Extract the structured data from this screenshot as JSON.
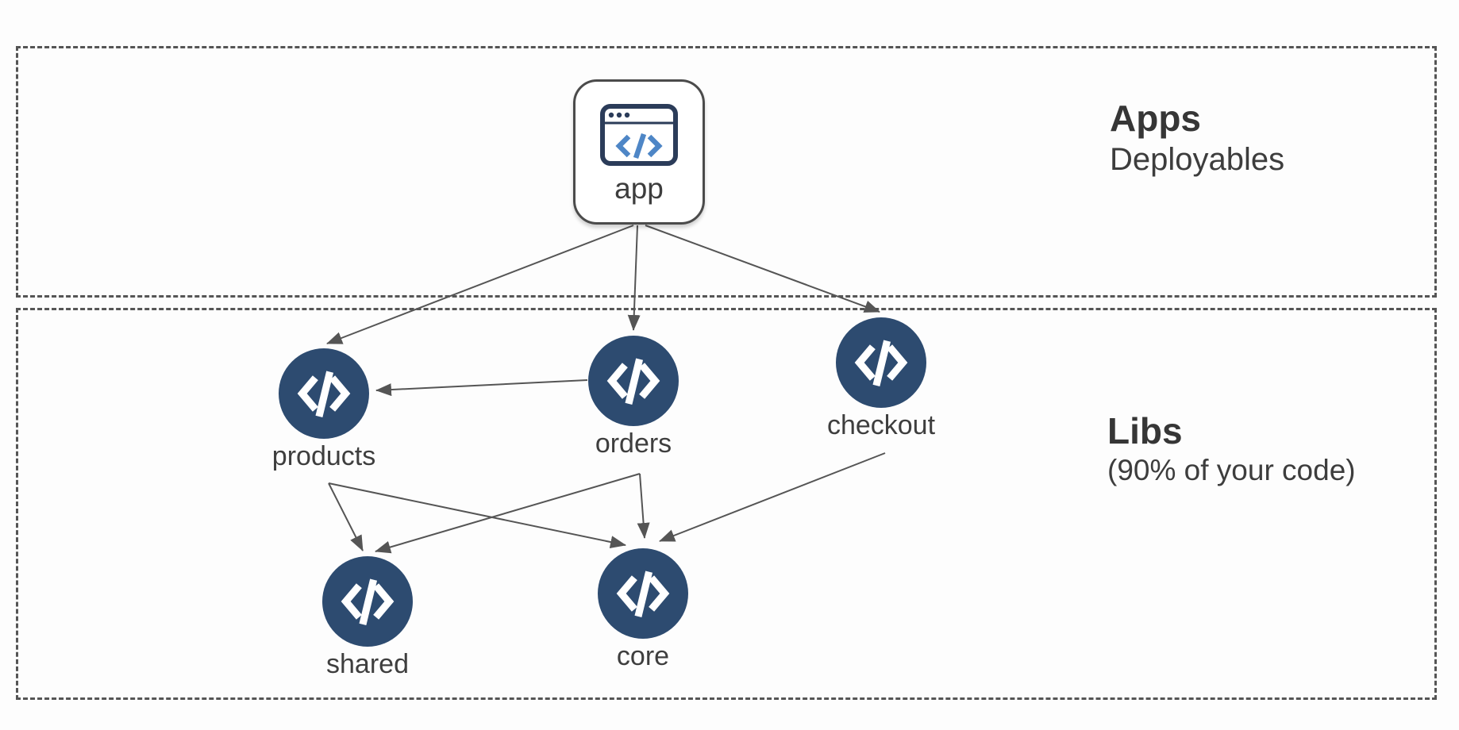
{
  "regions": {
    "apps": {
      "title": "Apps",
      "subtitle": "Deployables"
    },
    "libs": {
      "title": "Libs",
      "subtitle": "(90% of your code)"
    }
  },
  "nodes": {
    "app": {
      "label": "app"
    },
    "products": {
      "label": "products"
    },
    "orders": {
      "label": "orders"
    },
    "checkout": {
      "label": "checkout"
    },
    "shared": {
      "label": "shared"
    },
    "core": {
      "label": "core"
    }
  },
  "edges": [
    {
      "from": "app",
      "to": "products"
    },
    {
      "from": "app",
      "to": "orders"
    },
    {
      "from": "app",
      "to": "checkout"
    },
    {
      "from": "orders",
      "to": "products"
    },
    {
      "from": "products",
      "to": "shared"
    },
    {
      "from": "products",
      "to": "core"
    },
    {
      "from": "orders",
      "to": "shared"
    },
    {
      "from": "orders",
      "to": "core"
    },
    {
      "from": "checkout",
      "to": "core"
    }
  ],
  "colors": {
    "node_fill": "#2d4b70",
    "edge": "#555555",
    "dashed_border": "#555555",
    "text": "#3d3d3d",
    "icon_blue": "#4e86c6",
    "icon_navy": "#2b3c59"
  }
}
